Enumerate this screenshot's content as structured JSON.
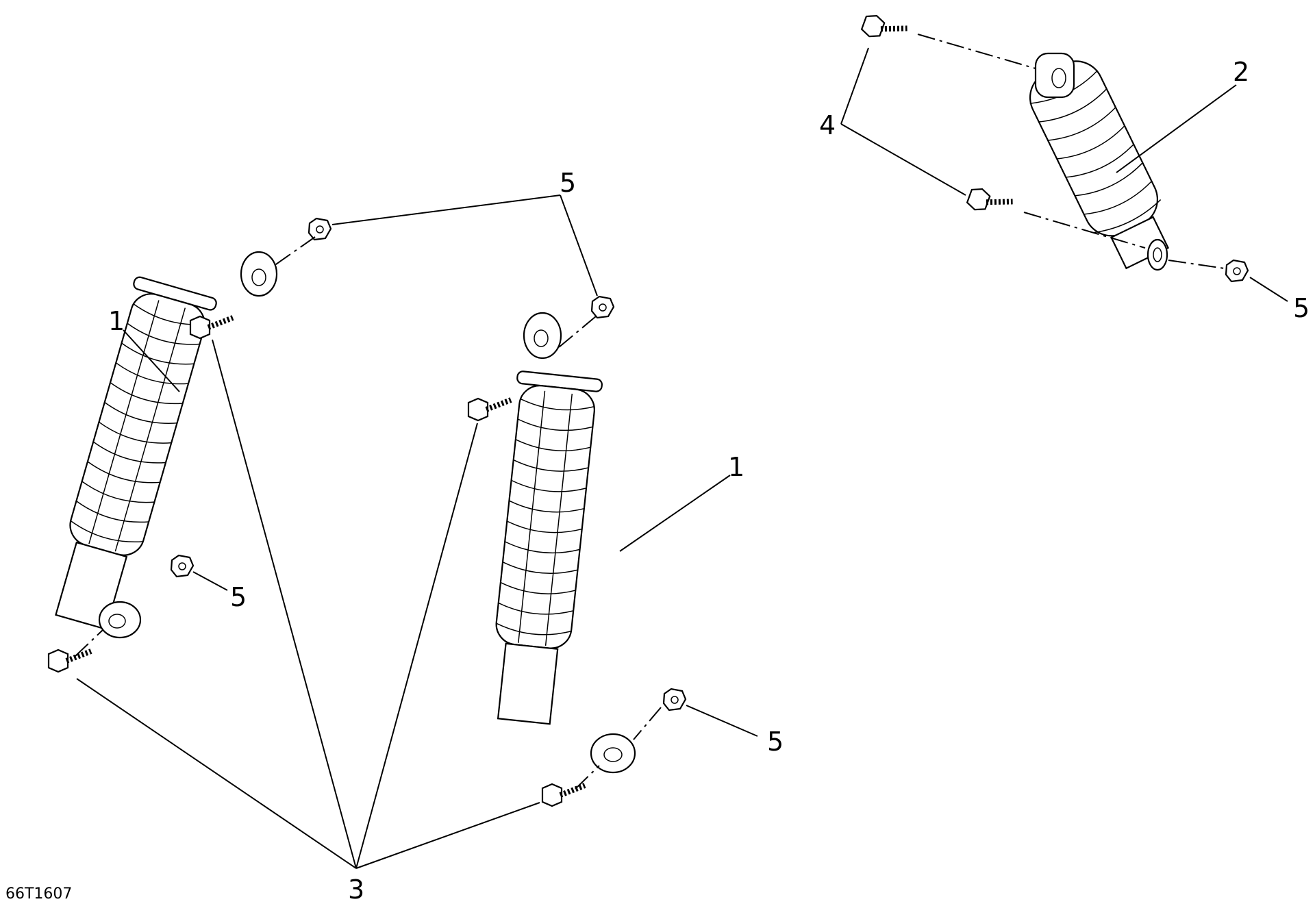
{
  "diagram": {
    "drawing_code": "66T1607",
    "callouts": [
      {
        "id": "c1a",
        "label": "1"
      },
      {
        "id": "c1b",
        "label": "1"
      },
      {
        "id": "c2",
        "label": "2"
      },
      {
        "id": "c3",
        "label": "3"
      },
      {
        "id": "c4",
        "label": "4"
      },
      {
        "id": "c5a",
        "label": "5"
      },
      {
        "id": "c5b",
        "label": "5"
      },
      {
        "id": "c5c",
        "label": "5"
      },
      {
        "id": "c5d",
        "label": "5"
      }
    ]
  }
}
